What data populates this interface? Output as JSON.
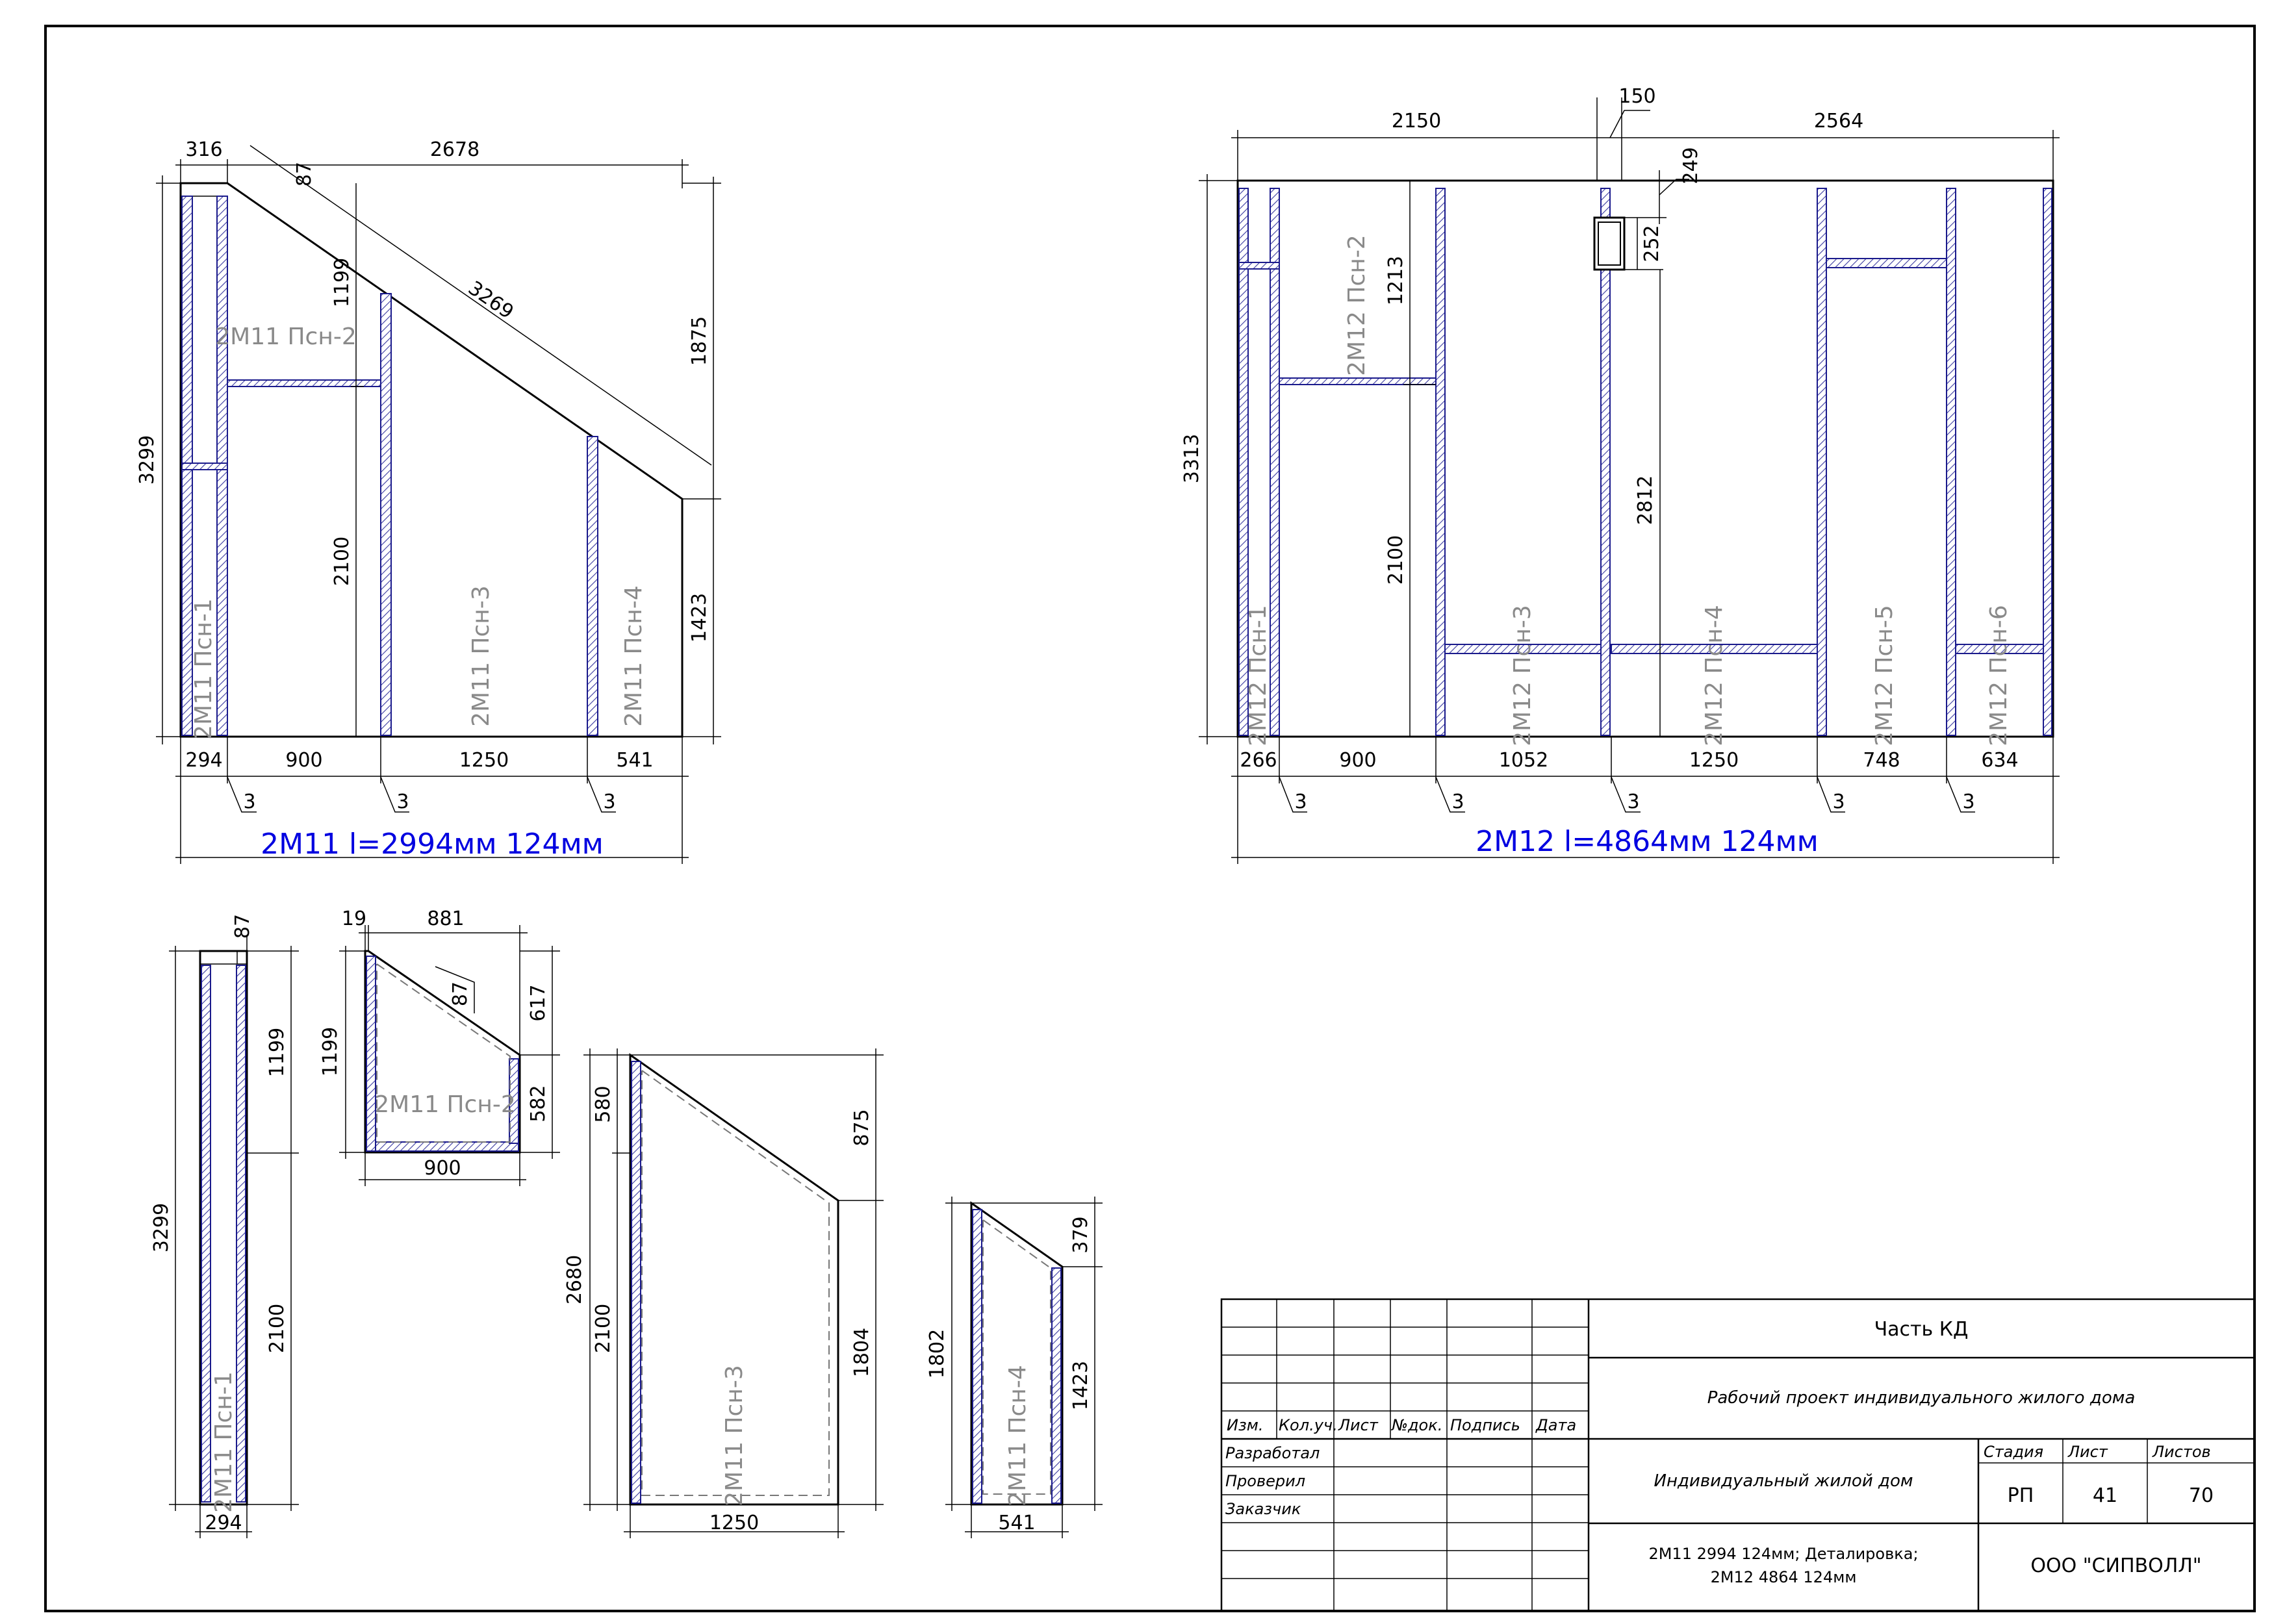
{
  "drawings": {
    "wall_2m11": {
      "caption": "2М11 l=2994мм 124мм",
      "dims": {
        "top_left": "316",
        "top_gap": "87",
        "top_main": "2678",
        "slope": "3269",
        "height_left": "3299",
        "upper_left_part": "1199",
        "door_height": "2100",
        "right_top": "1875",
        "right_bottom": "1423",
        "bottom_1": "294",
        "bottom_2": "900",
        "bottom_3": "1250",
        "bottom_4": "541",
        "gap_1": "3",
        "gap_2": "3",
        "gap_3": "3"
      },
      "panels": [
        "2М11 Псн-1",
        "2М11 Псн-2",
        "2М11 Псн-3",
        "2М11 Псн-4"
      ]
    },
    "wall_2m12": {
      "caption": "2М12 l=4864мм 124мм",
      "dims": {
        "top_left": "2150",
        "top_mid": "150",
        "top_right": "2564",
        "top_off": "249",
        "height": "3313",
        "upper_part": "1213",
        "door_height": "2100",
        "opening_height": "2812",
        "box": "252",
        "bottom_1": "266",
        "bottom_2": "900",
        "bottom_3": "1052",
        "bottom_4": "1250",
        "bottom_5": "748",
        "bottom_6": "634",
        "gap_1": "3",
        "gap_2": "3",
        "gap_3": "3",
        "gap_4": "3",
        "gap_5": "3"
      },
      "panels": [
        "2М12 Псн-1",
        "2М12 Псн-2",
        "2М12 Псн-3",
        "2М12 Псн-4",
        "2М12 Псн-5",
        "2М12 Псн-6"
      ]
    },
    "details": {
      "psn1": {
        "label": "2М11 Псн-1",
        "dims": {
          "top": "87",
          "upper": "1199",
          "height": "3299",
          "lower": "2100",
          "width": "294"
        }
      },
      "psn2": {
        "label": "2М11 Псн-2",
        "dims": {
          "top_small": "19",
          "top": "881",
          "slope_off": "87",
          "right_top": "617",
          "right_bottom": "582",
          "left": "1199",
          "width": "900"
        }
      },
      "psn3": {
        "label": "2М11 Псн-3",
        "dims": {
          "left_top": "580",
          "right_top": "875",
          "height": "2680",
          "left_lower": "2100",
          "right_lower": "1804",
          "width": "1250"
        }
      },
      "psn4": {
        "label": "2М11 Псн-4",
        "dims": {
          "right_top": "379",
          "height": "1802",
          "right_lower": "1423",
          "width": "541"
        }
      }
    }
  },
  "title_block": {
    "headers": [
      "Изм.",
      "Кол.уч.",
      "Лист",
      "№док.",
      "Подпись",
      "Дата"
    ],
    "roles": [
      "Разработал",
      "Проверил",
      "Заказчик"
    ],
    "part": "Часть КД",
    "project": "Рабочий проект индивидуального жилого дома",
    "object": "Индивидуальный жилой дом",
    "sheet_title_1": "2М11 2994 124мм; Деталировка;",
    "sheet_title_2": "2М12 4864 124мм",
    "stage_label": "Стадия",
    "sheet_label": "Лист",
    "sheets_label": "Листов",
    "stage": "РП",
    "sheet": "41",
    "sheets": "70",
    "company": "ООО \"СИПВОЛЛ\""
  }
}
